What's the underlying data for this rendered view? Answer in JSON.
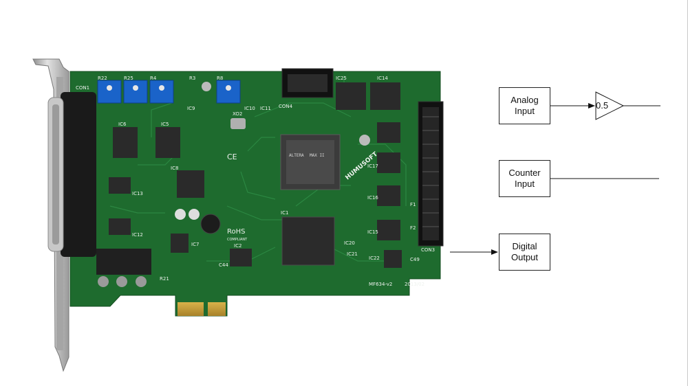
{
  "diagram": {
    "blocks": [
      {
        "id": "analog",
        "label": "Analog\nInput"
      },
      {
        "id": "counter",
        "label": "Counter\nInput"
      },
      {
        "id": "digital",
        "label": "Digital\nOutput"
      }
    ],
    "gain": {
      "value": "0.5"
    }
  },
  "board": {
    "model_marking": "MF634-v2",
    "date_marking": "2013/02",
    "maker_marking": "HUMUSOFT",
    "rohs_marking": "RoHS",
    "rohs_sub": "COMPLIANT",
    "ce_marking": "CE",
    "fpga_marking": "MAX II",
    "fpga_brand": "ALTERA",
    "connectors": [
      "CON1",
      "CON3",
      "CON4"
    ],
    "refdes": [
      "R22",
      "R25",
      "R4",
      "R8",
      "R3",
      "IC25",
      "IC14",
      "IC6",
      "IC5",
      "IC8",
      "IC9",
      "IC10",
      "IC11",
      "IC13",
      "IC12",
      "IC7",
      "IC2",
      "IC1",
      "IC20",
      "IC21",
      "IC22",
      "IC15",
      "IC16",
      "IC17",
      "F1",
      "F2",
      "C49",
      "XO2",
      "C44",
      "R21"
    ]
  },
  "colors": {
    "pcb": "#1e6b2e",
    "pcb_trace": "#2a8a40",
    "bracket": "#b9b9b9",
    "trim_pot": "#1a63c9",
    "chip": "#2a2a2a"
  }
}
